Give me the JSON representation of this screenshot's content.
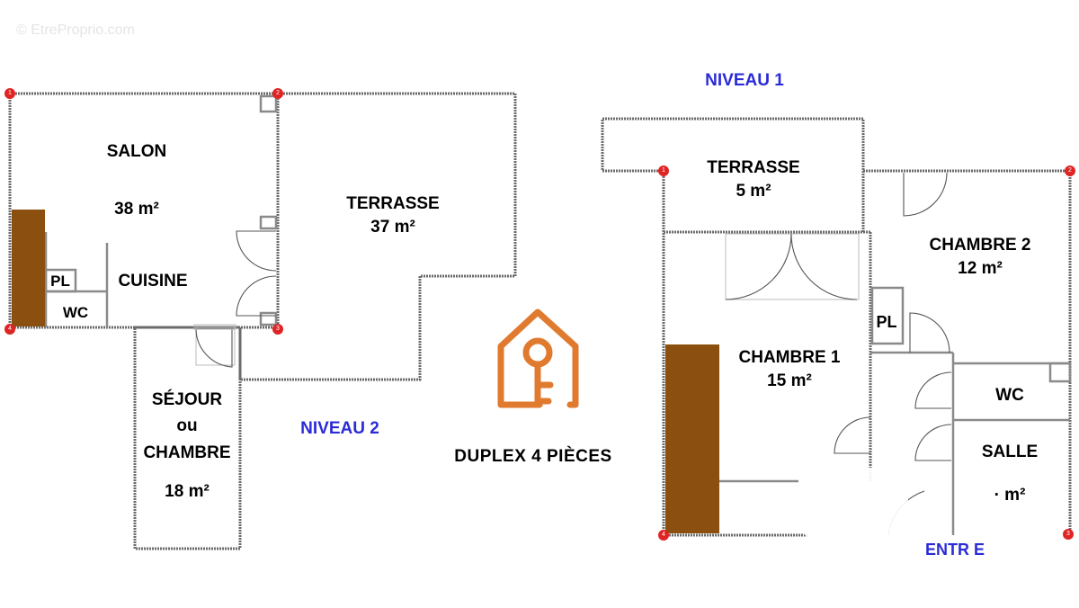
{
  "watermark": "© EtreProprio.com",
  "title": "DUPLEX 4 PIÈCES",
  "logo": {
    "icon": "house-key-icon",
    "color": "#e07a2e"
  },
  "colors": {
    "level_label": "#2b2bd8",
    "wall": "#6b6b6b",
    "closet": "#8b4f10",
    "pin": "#e02424"
  },
  "niveau_2": {
    "label": "NIVEAU 2",
    "rooms": [
      {
        "name": "SALON",
        "area": "38 m²"
      },
      {
        "name": "CUISINE"
      },
      {
        "name": "PL"
      },
      {
        "name": "WC"
      },
      {
        "name_line1": "SÉJOUR",
        "name_line2": "ou",
        "name_line3": "CHAMBRE",
        "area": "18 m²"
      },
      {
        "name": "TERRASSE",
        "area": "37 m²"
      }
    ],
    "pins": [
      "1",
      "2",
      "3",
      "4"
    ]
  },
  "niveau_1": {
    "label": "NIVEAU 1",
    "rooms": [
      {
        "name": "TERRASSE",
        "area": "5 m²"
      },
      {
        "name": "CHAMBRE 2",
        "area": "12 m²"
      },
      {
        "name": "CHAMBRE 1",
        "area": "15 m²"
      },
      {
        "name": "PL"
      },
      {
        "name": "WC"
      },
      {
        "name": "SALLE",
        "area": "· m²"
      }
    ],
    "entrance": "ENTR  E",
    "pins": [
      "1",
      "2",
      "3",
      "4"
    ]
  }
}
